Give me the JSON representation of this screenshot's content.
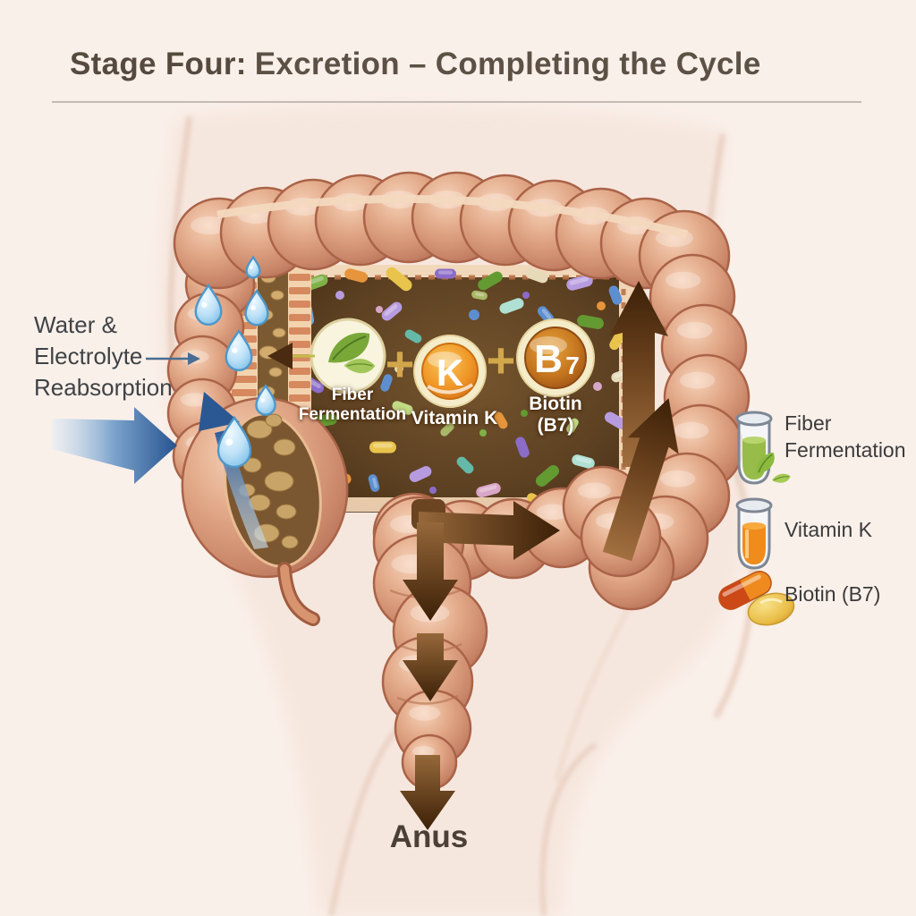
{
  "title": {
    "prefix": "Stage Four:",
    "rest": "Excretion – Completing the Cycle"
  },
  "left_label": {
    "lines": [
      "Water &",
      "Electrolyte",
      "Reabsorption"
    ]
  },
  "lumen": {
    "fiber": {
      "lines": [
        "Fiber",
        "Fermentation"
      ]
    },
    "vitamin_k": {
      "badge": "K",
      "label": "Vitamin K"
    },
    "biotin": {
      "badge_b": "B",
      "badge_seven": "7",
      "lines": [
        "Biotin",
        "(B7)"
      ]
    },
    "plus_sign": "+"
  },
  "anus_label": "Anus",
  "legend": {
    "items": [
      {
        "icon": "test-tube-fiber-icon",
        "label": "Fiber Fermentation"
      },
      {
        "icon": "test-tube-vitamin-k-icon",
        "label": "Vitamin K"
      },
      {
        "icon": "capsule-pills-icon",
        "label": "Biotin (B7)"
      }
    ]
  },
  "colors": {
    "background": "#faf0ea",
    "body_tint": "#f6e7de",
    "colon_salmon": "#d9997b",
    "lumen_brown": "#5e4223",
    "arrow_brown": "#4a2a10",
    "arrow_blue": "#2d5e9c",
    "droplet_blue": "#bfe2f7",
    "badge_orange": "#e8891f",
    "badge_ring_cream": "#f5ecca",
    "leaf_green": "#7fae3e",
    "plus_khaki": "#d2a74b",
    "title_text": "#564a3f",
    "label_text": "#3f4347",
    "legend_text": "#3b3b3b"
  }
}
